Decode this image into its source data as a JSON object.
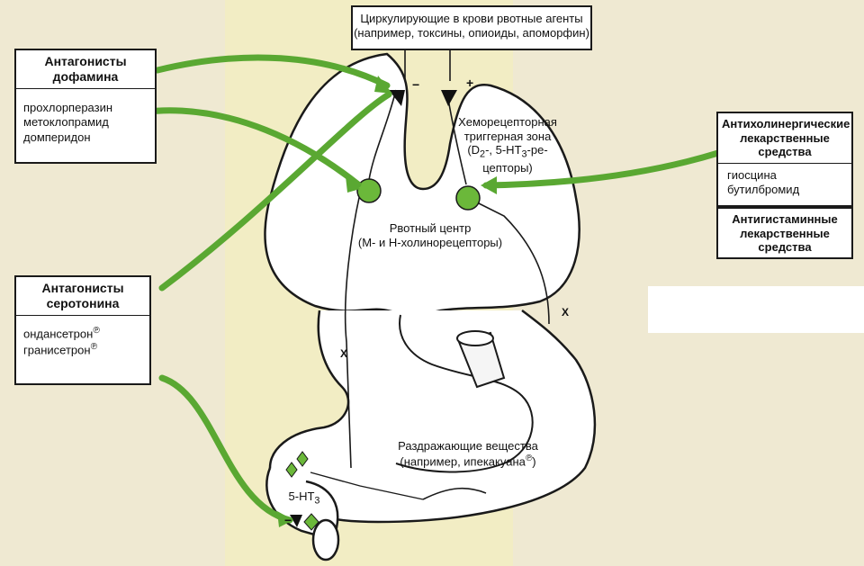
{
  "top_box": {
    "line1": "Циркулирующие в крови рвотные  агенты",
    "line2": "(например, токсины, опиоиды, апоморфин)"
  },
  "dopamine_box": {
    "head1": "Антагонисты",
    "head2": "дофамина",
    "items": [
      "прохлорперазин",
      "метоклопрамид",
      "домперидон"
    ]
  },
  "serotonin_box": {
    "head1": "Антагонисты",
    "head2": "серотонина",
    "items": [
      "ондансетрон",
      "гранисетрон"
    ],
    "marks": [
      "℗",
      "℗"
    ]
  },
  "anticholinergic_box": {
    "head1": "Антихолинергические",
    "head2": "лекарственные",
    "head3": "средства",
    "items": [
      "гиосцина",
      "бутилбромид"
    ]
  },
  "antihistamine_box": {
    "head1": "Антигистаминные",
    "head2": "лекарственные",
    "head3": "средства"
  },
  "labels": {
    "ctz1": "Хеморецепторная",
    "ctz2": "триггерная зона",
    "ctz3_a": "(D",
    "ctz3_sub": "2",
    "ctz3_b": "-, 5-HT",
    "ctz3_sub2": "3",
    "ctz3_c": "-ре-",
    "ctz4": "цепторы)",
    "vomit_center1": "Рвотный центр",
    "vomit_center2": "(М- и Н-холинорецепторы)",
    "irritants1": "Раздражающие вещества",
    "irritants2": "(например, ипекакуана",
    "irritants2_mark": "℗",
    "irritants2_end": ")",
    "five_ht": "5-HT",
    "five_ht_sub": "3",
    "minus": "−",
    "plus": "+",
    "x_mark": "X"
  },
  "colors": {
    "arrow_green": "#5aa832",
    "receptor_green": "#6bb83a",
    "outline": "#1a1a1a"
  }
}
